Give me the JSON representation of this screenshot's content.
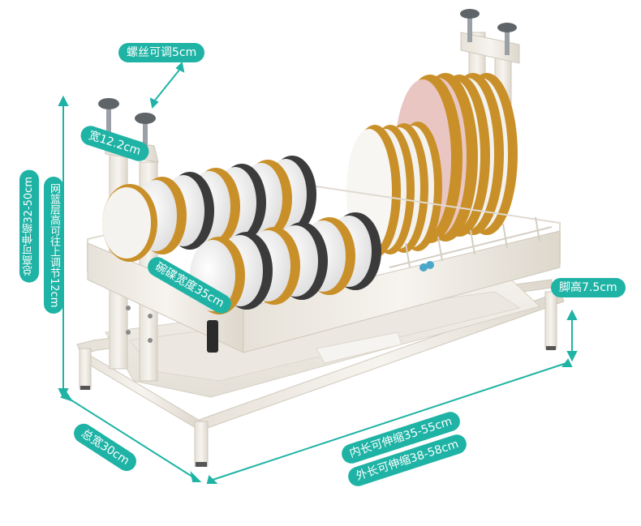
{
  "labels": {
    "screw": "螺丝可调5cm",
    "width_top": "宽12.2cm",
    "basket_height": "网篮层高可往上调节12cm",
    "total_height": "总高可伸缩32-50cm",
    "bowl_width": "碗碟宽度35cm",
    "foot_height": "脚高7.5cm",
    "total_width": "总宽30cm",
    "inner_length": "内长可伸缩35-55cm",
    "outer_length": "外长可伸缩38-58cm"
  },
  "colors": {
    "accent": "#1fb3a5",
    "frame": "#f1ede6",
    "gold": "#c9902a",
    "plate_pink": "#e9c6c2"
  }
}
